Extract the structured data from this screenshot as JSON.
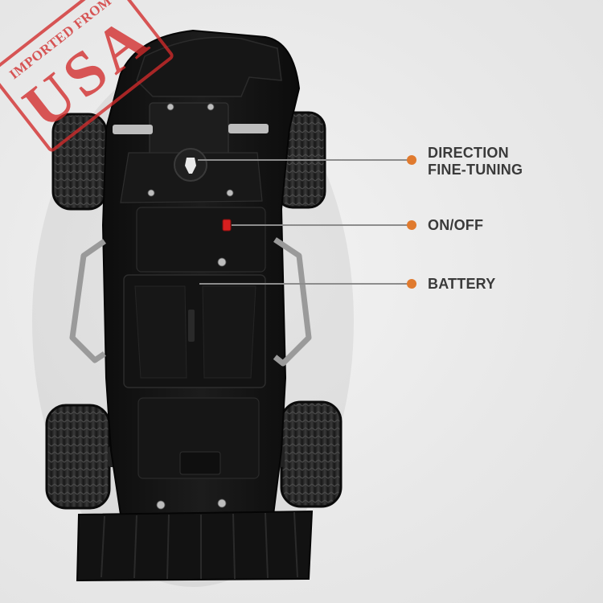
{
  "callouts": [
    {
      "lines": [
        "DIRECTION",
        "FINE-TUNING"
      ]
    },
    {
      "lines": [
        "ON/OFF"
      ]
    },
    {
      "lines": [
        "BATTERY"
      ]
    }
  ],
  "stamp": {
    "top_text": "IMPORTED FROM",
    "big_text": "USA",
    "color": "#d22b2b"
  },
  "colors": {
    "accent_dot": "#e07a2e",
    "switch": "#d61f1f",
    "body": "#141414"
  }
}
